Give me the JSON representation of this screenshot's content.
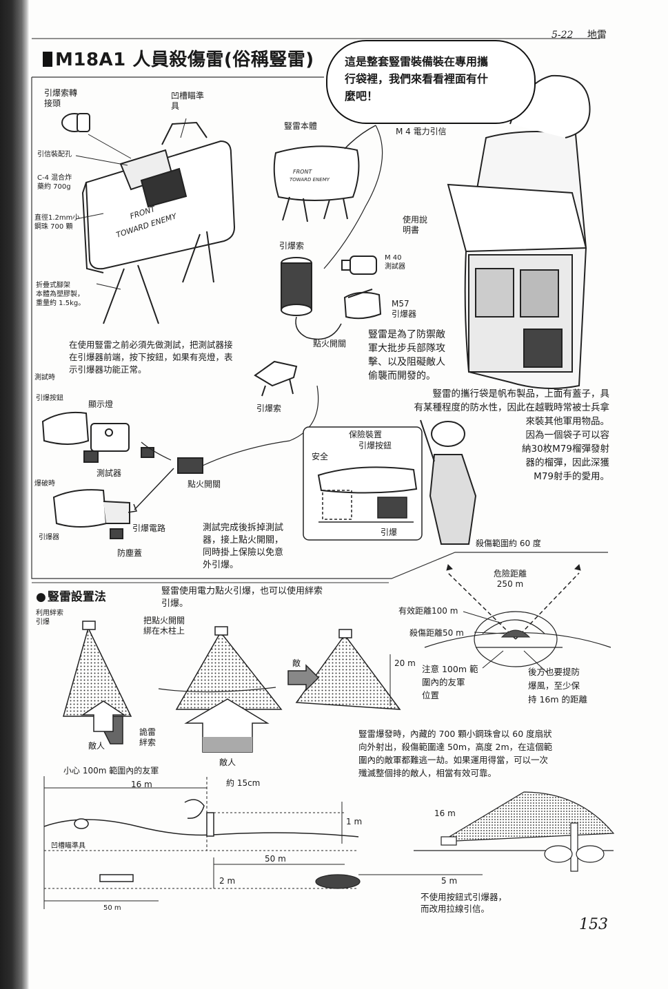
{
  "header": {
    "page_label": "5-22",
    "chapter": "地雷"
  },
  "title": "M18A1 人員殺傷雷(俗稱豎雷)",
  "bubble": "這是整套豎雷裝備裝在專用攜\n行袋裡，我們來看看裡面有什\n麼吧！",
  "mine_labels": {
    "detonator_adapter": "引爆索轉\n接頭",
    "peep_sight": "凹槽瞄準\n具",
    "fuze_well": "引信裝配孔",
    "c4": "C-4 混合炸\n藥約 700g",
    "steel_balls": "直徑1.2mm小\n鋼珠 700 顆",
    "legs": "折疊式腳架\n本體為塑膠製，\n重量約 1.5kg。",
    "front_text": "FRONT\nTOWARD ENEMY"
  },
  "kit_labels": {
    "mine_body": "豎雷本體",
    "blasting_cap": "M 4 電力引信",
    "instructions": "使用說\n明書",
    "wire": "引爆索",
    "tester": "M 40\n測試器",
    "clacker": "M57\n引爆器",
    "firing_switch": "點火開關",
    "front_text": "FRONT\nTOWARD ENEMY"
  },
  "purpose_text": "豎雷是為了防禦敵\n軍大批步兵部隊攻\n擊、以及阻礙敵人\n偷襲而開發的。",
  "bag_text": "豎雷的攜行袋是帆布製品，上面有蓋子，具\n有某種程度的防水性，因此在越戰時常被士兵拿\n來裝其他軍用物品。\n因為一個袋子可以容\n納30枚M79榴彈發射\n器的榴彈，因此深獲\nM79射手的愛用。",
  "test_text": "在使用豎雷之前必須先做測試，把測試器接\n在引爆器前端，按下按鈕，如果有亮燈，表\n示引爆器功能正常。",
  "test_labels": {
    "when_testing": "測試時",
    "trigger_button": "引爆按鈕",
    "indicator": "顯示燈",
    "tester": "測試器",
    "when_firing": "爆破時",
    "clacker": "引爆器",
    "circuit": "引爆電路",
    "dust_cover": "防塵蓋",
    "wire": "引爆索",
    "firing_switch": "點火開關"
  },
  "after_test_text": "測試完成後拆掉測試\n器，接上點火開關，\n同時掛上保險以免意\n外引爆。",
  "safety_labels": {
    "safety_device": "保險裝置",
    "trigger_button": "引爆按鈕",
    "safe": "安全",
    "fire": "引爆"
  },
  "range_labels": {
    "angle": "殺傷範圍約 60 度",
    "danger": "危險距離\n250 m",
    "effective": "有效距離100 m",
    "kill": "殺傷距離50 m",
    "friendly_note": "注意 100m 範\n圍內的友軍\n位置",
    "backblast": "後方也要提防\n爆風，至少保\n持 16m 的距離"
  },
  "section_setup": "豎雷設置法",
  "setup_text": "豎雷使用電力點火引爆，也可以使用絆索\n引爆。",
  "setup_labels": {
    "tripwire_use": "利用絆索\n引爆",
    "tie_switch": "把點火開關\n綁在木柱上",
    "enemy1": "敵人",
    "booby_wire": "詭雷\n絆索",
    "enemy2": "敵人",
    "enemy3": "敵",
    "dist_20m": "20 m"
  },
  "blast_text": "豎雷爆發時，內藏的 700 顆小鋼珠會以 60 度扇狀\n向外射出，殺傷範圍達 50m，高度 2m，在這個範\n圍內的敵軍都難逃一劫。如果運用得當，可以一次\n殲滅整個排的敵人，相當有效可靠。",
  "bottom_labels": {
    "caution_friendly": "小心 100m 範圍內的友軍",
    "d16": "16 m",
    "about_15cm": "約 15cm",
    "h1m": "1 m",
    "d50m_mid": "50 m",
    "sight": "凹槽瞄準具",
    "h2m": "2 m",
    "d50m_bottom": "50 m",
    "d16_right": "16 m",
    "d5m": "5 m",
    "no_button": "不使用按鈕式引爆器，\n而改用拉線引信。"
  },
  "page_number": "153"
}
